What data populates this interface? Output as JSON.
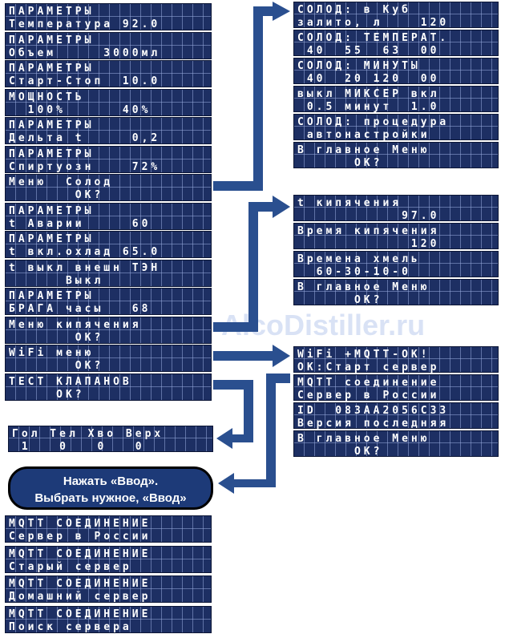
{
  "watermark": "AlcoDistiller.ru",
  "callout": {
    "line1": "Нажать «Ввод».",
    "line2": "Выбрать нужное, «Ввод»"
  },
  "main_menu": [
    {
      "l1": "ПАРАМЕТРЫ",
      "l2": "Температура 92.0"
    },
    {
      "l1": "ПАРАМЕТРЫ",
      "l2": "Объем     3000мл"
    },
    {
      "l1": "ПАРАМЕТРЫ",
      "l2": "Старт-Стоп  10.0"
    },
    {
      "l1": "МОЩНОСТЬ",
      "l2": "  100%      40%"
    },
    {
      "l1": "ПАРАМЕТРЫ",
      "l2": "Дельта t     0,2"
    },
    {
      "l1": "ПАРАМЕТРЫ",
      "l2": "Спиртуозн    72%"
    },
    {
      "l1": "Меню  Солод",
      "l2": "       ОК?"
    },
    {
      "l1": "ПАРАМЕТРЫ",
      "l2": "t Аварии     60"
    },
    {
      "l1": "ПАРАМЕТРЫ",
      "l2": "t вкл.охлад 65.0"
    },
    {
      "l1": "t выкл внешн ТЭН",
      "l2": "      Выкл"
    },
    {
      "l1": "ПАРАМЕТРЫ",
      "l2": "БРАГА часы   68"
    },
    {
      "l1": "Меню кипячения",
      "l2": "       ОК?"
    },
    {
      "l1": "WiFi меню",
      "l2": "       ОК?"
    },
    {
      "l1": "ТЕСТ КЛАПАНОВ",
      "l2": "     ОК?"
    }
  ],
  "valve_test": {
    "l1": "Гол Тел Хво Верх",
    "l2": " 1   0   0   0"
  },
  "malt_menu": [
    {
      "l1": "СОЛОД: в Куб",
      "l2": "залито, л    120"
    },
    {
      "l1": "СОЛОД: ТЕМПЕРАТ.",
      "l2": " 40  55  63  00"
    },
    {
      "l1": "СОЛОД: МИНУТЫ",
      "l2": " 40  20 120  00"
    },
    {
      "l1": "выкл МИКСЕР вкл",
      "l2": " 0.5 минут  1.0"
    },
    {
      "l1": "СОЛОД: процедура",
      "l2": " автонастройки"
    },
    {
      "l1": "В главное Меню",
      "l2": "      ОК?"
    }
  ],
  "boil_menu": [
    {
      "l1": "t кипячения",
      "l2": "           97.0"
    },
    {
      "l1": "Время кипячения",
      "l2": "            120"
    },
    {
      "l1": "Времена хмель",
      "l2": "  60-30-10-0"
    },
    {
      "l1": "В главное Меню",
      "l2": "      ОК?"
    }
  ],
  "wifi_menu": [
    {
      "l1": "WiFi +MQTT-OK!",
      "l2": "ОК:Старт сервер"
    },
    {
      "l1": "MQTT соединение",
      "l2": "Сервер в России"
    },
    {
      "l1": "ID  083AA2056C33",
      "l2": "Версия последняя"
    },
    {
      "l1": "В главное Меню",
      "l2": "      ОК?"
    }
  ],
  "mqtt_menu": [
    {
      "l1": "MQTT СОЕДИНЕНИЕ",
      "l2": "Сервер в России"
    },
    {
      "l1": "MQTT СОЕДИНЕНИЕ",
      "l2": "Старый сервер"
    },
    {
      "l1": "MQTT СОЕДИНЕНИЕ",
      "l2": "Домашний сервер"
    },
    {
      "l1": "MQTT СОЕДИНЕНИЕ",
      "l2": "Поиск сервера"
    }
  ],
  "colors": {
    "lcd": "#1d2f63",
    "arrow": "#2a4f8f"
  }
}
